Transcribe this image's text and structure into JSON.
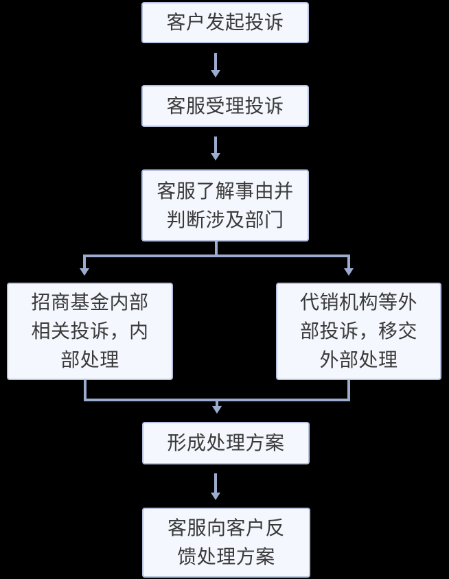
{
  "colors": {
    "background": "#000000",
    "node_fill": "#f4f7fd",
    "node_border": "#b6c2df",
    "line_color": "#9caccf",
    "text_color": "#3a3a3a"
  },
  "diagram": {
    "type": "flowchart",
    "direction": "top-down",
    "nodes": [
      {
        "id": "start",
        "text": "客户发起投诉",
        "lines": [
          "客户发起投诉"
        ]
      },
      {
        "id": "accept",
        "text": "客服受理投诉",
        "lines": [
          "客服受理投诉"
        ]
      },
      {
        "id": "assess",
        "text": "客服了解事由并判断涉及部门",
        "lines": [
          "客服了解事由并",
          "判断涉及部门"
        ]
      },
      {
        "id": "internal",
        "text": "招商基金内部相关投诉，内部处理",
        "lines": [
          "招商基金内部",
          "相关投诉，内",
          "部处理"
        ]
      },
      {
        "id": "external",
        "text": "代销机构等外部投诉，移交外部处理",
        "lines": [
          "代销机构等外",
          "部投诉，移交",
          "外部处理"
        ]
      },
      {
        "id": "plan",
        "text": "形成处理方案",
        "lines": [
          "形成处理方案"
        ]
      },
      {
        "id": "feedback",
        "text": "客服向客户反馈处理方案",
        "lines": [
          "客服向客户反",
          "馈处理方案"
        ]
      }
    ],
    "edges": [
      {
        "from": "start",
        "to": "accept"
      },
      {
        "from": "accept",
        "to": "assess"
      },
      {
        "from": "assess",
        "to": "internal"
      },
      {
        "from": "assess",
        "to": "external"
      },
      {
        "from": "internal",
        "to": "plan"
      },
      {
        "from": "external",
        "to": "plan"
      },
      {
        "from": "plan",
        "to": "feedback"
      }
    ]
  }
}
